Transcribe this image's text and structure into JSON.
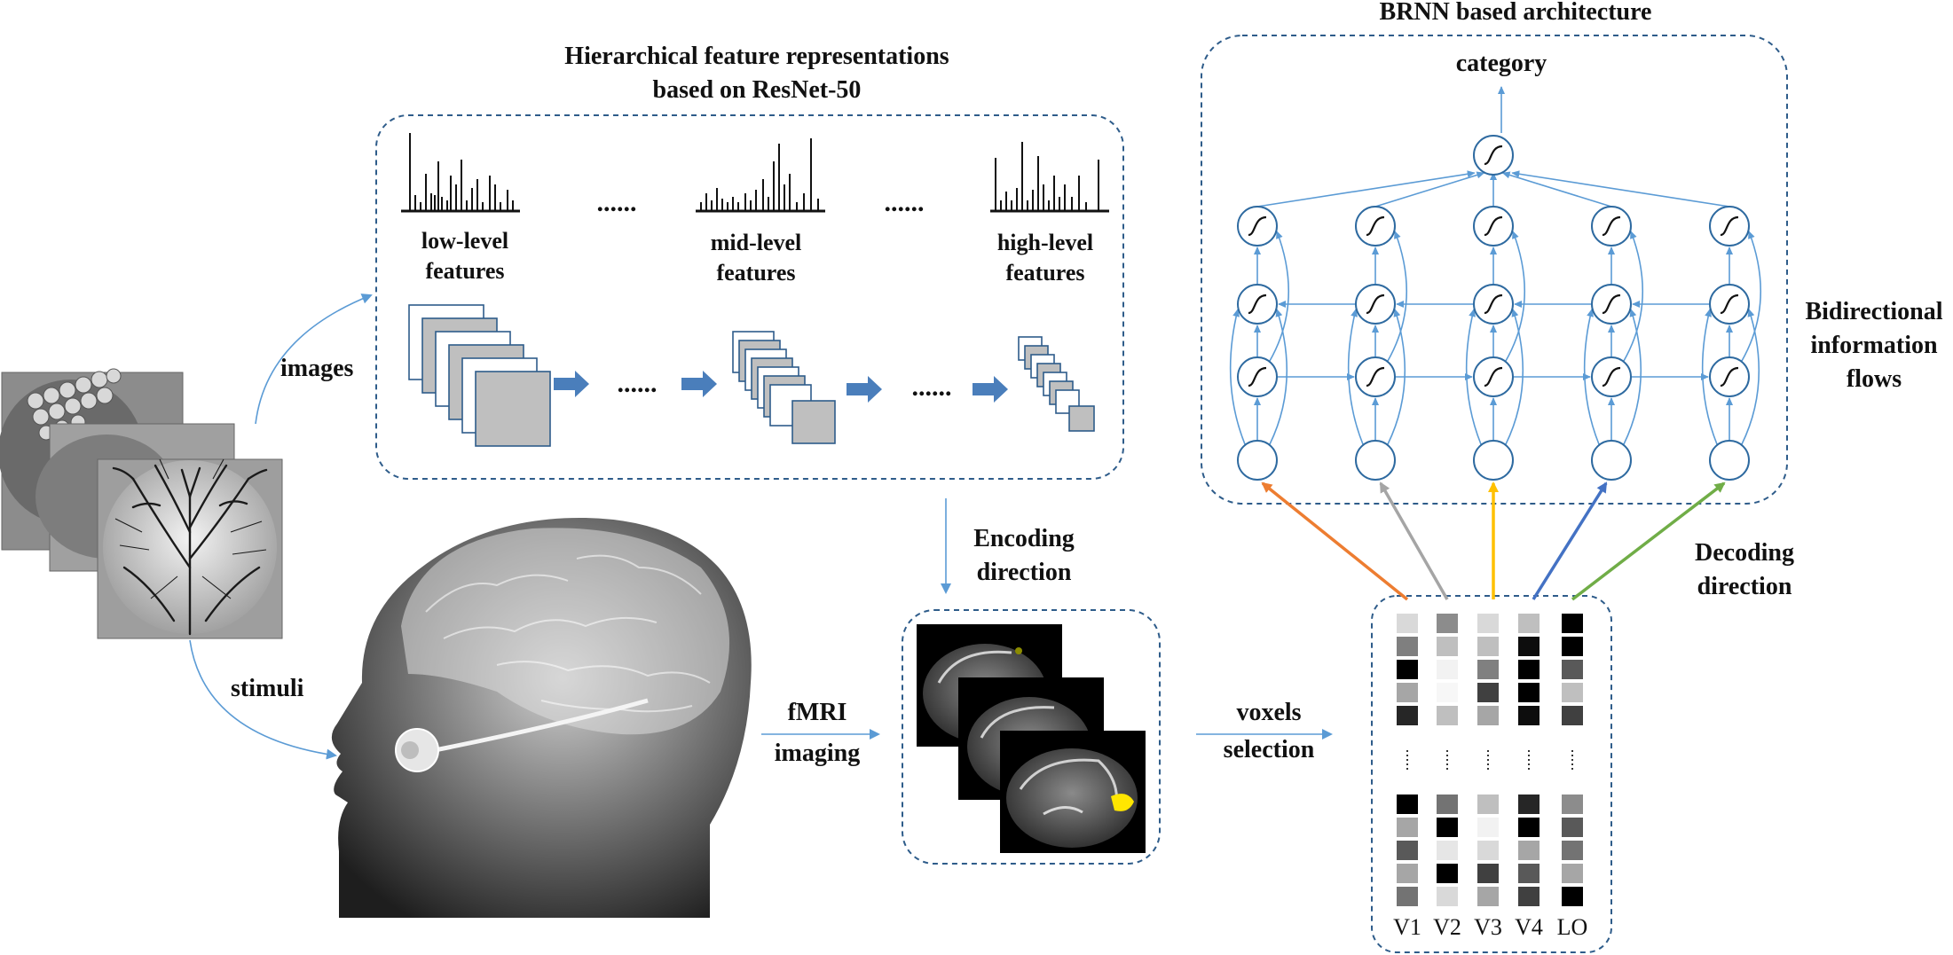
{
  "titles": {
    "hierarchical_line1": "Hierarchical feature representations",
    "hierarchical_line2": "based on ResNet-50",
    "brnn": "BRNN based architecture"
  },
  "features": {
    "low_1": "low-level",
    "low_2": "features",
    "mid_1": "mid-level",
    "mid_2": "features",
    "high_1": "high-level",
    "high_2": "features",
    "ellipsis": "......"
  },
  "flow_labels": {
    "images": "images",
    "stimuli": "stimuli",
    "fmri_1": "fMRI",
    "fmri_2": "imaging",
    "voxels_1": "voxels",
    "voxels_2": "selection",
    "encoding_1": "Encoding",
    "encoding_2": "direction",
    "decoding_1": "Decoding",
    "decoding_2": "direction",
    "bidir_1": "Bidirectional",
    "bidir_2": "information",
    "bidir_3": "flows",
    "category": "category"
  },
  "regions": [
    "V1",
    "V2",
    "V3",
    "V4",
    "LO"
  ],
  "region_colors": [
    "#ed7d31",
    "#a5a5a5",
    "#ffc000",
    "#4472c4",
    "#70ad47"
  ],
  "colors": {
    "accent_blue": "#5b9bd5",
    "box_dash": "#2e5c8a",
    "feature_arrow": "#4a7ebb"
  }
}
